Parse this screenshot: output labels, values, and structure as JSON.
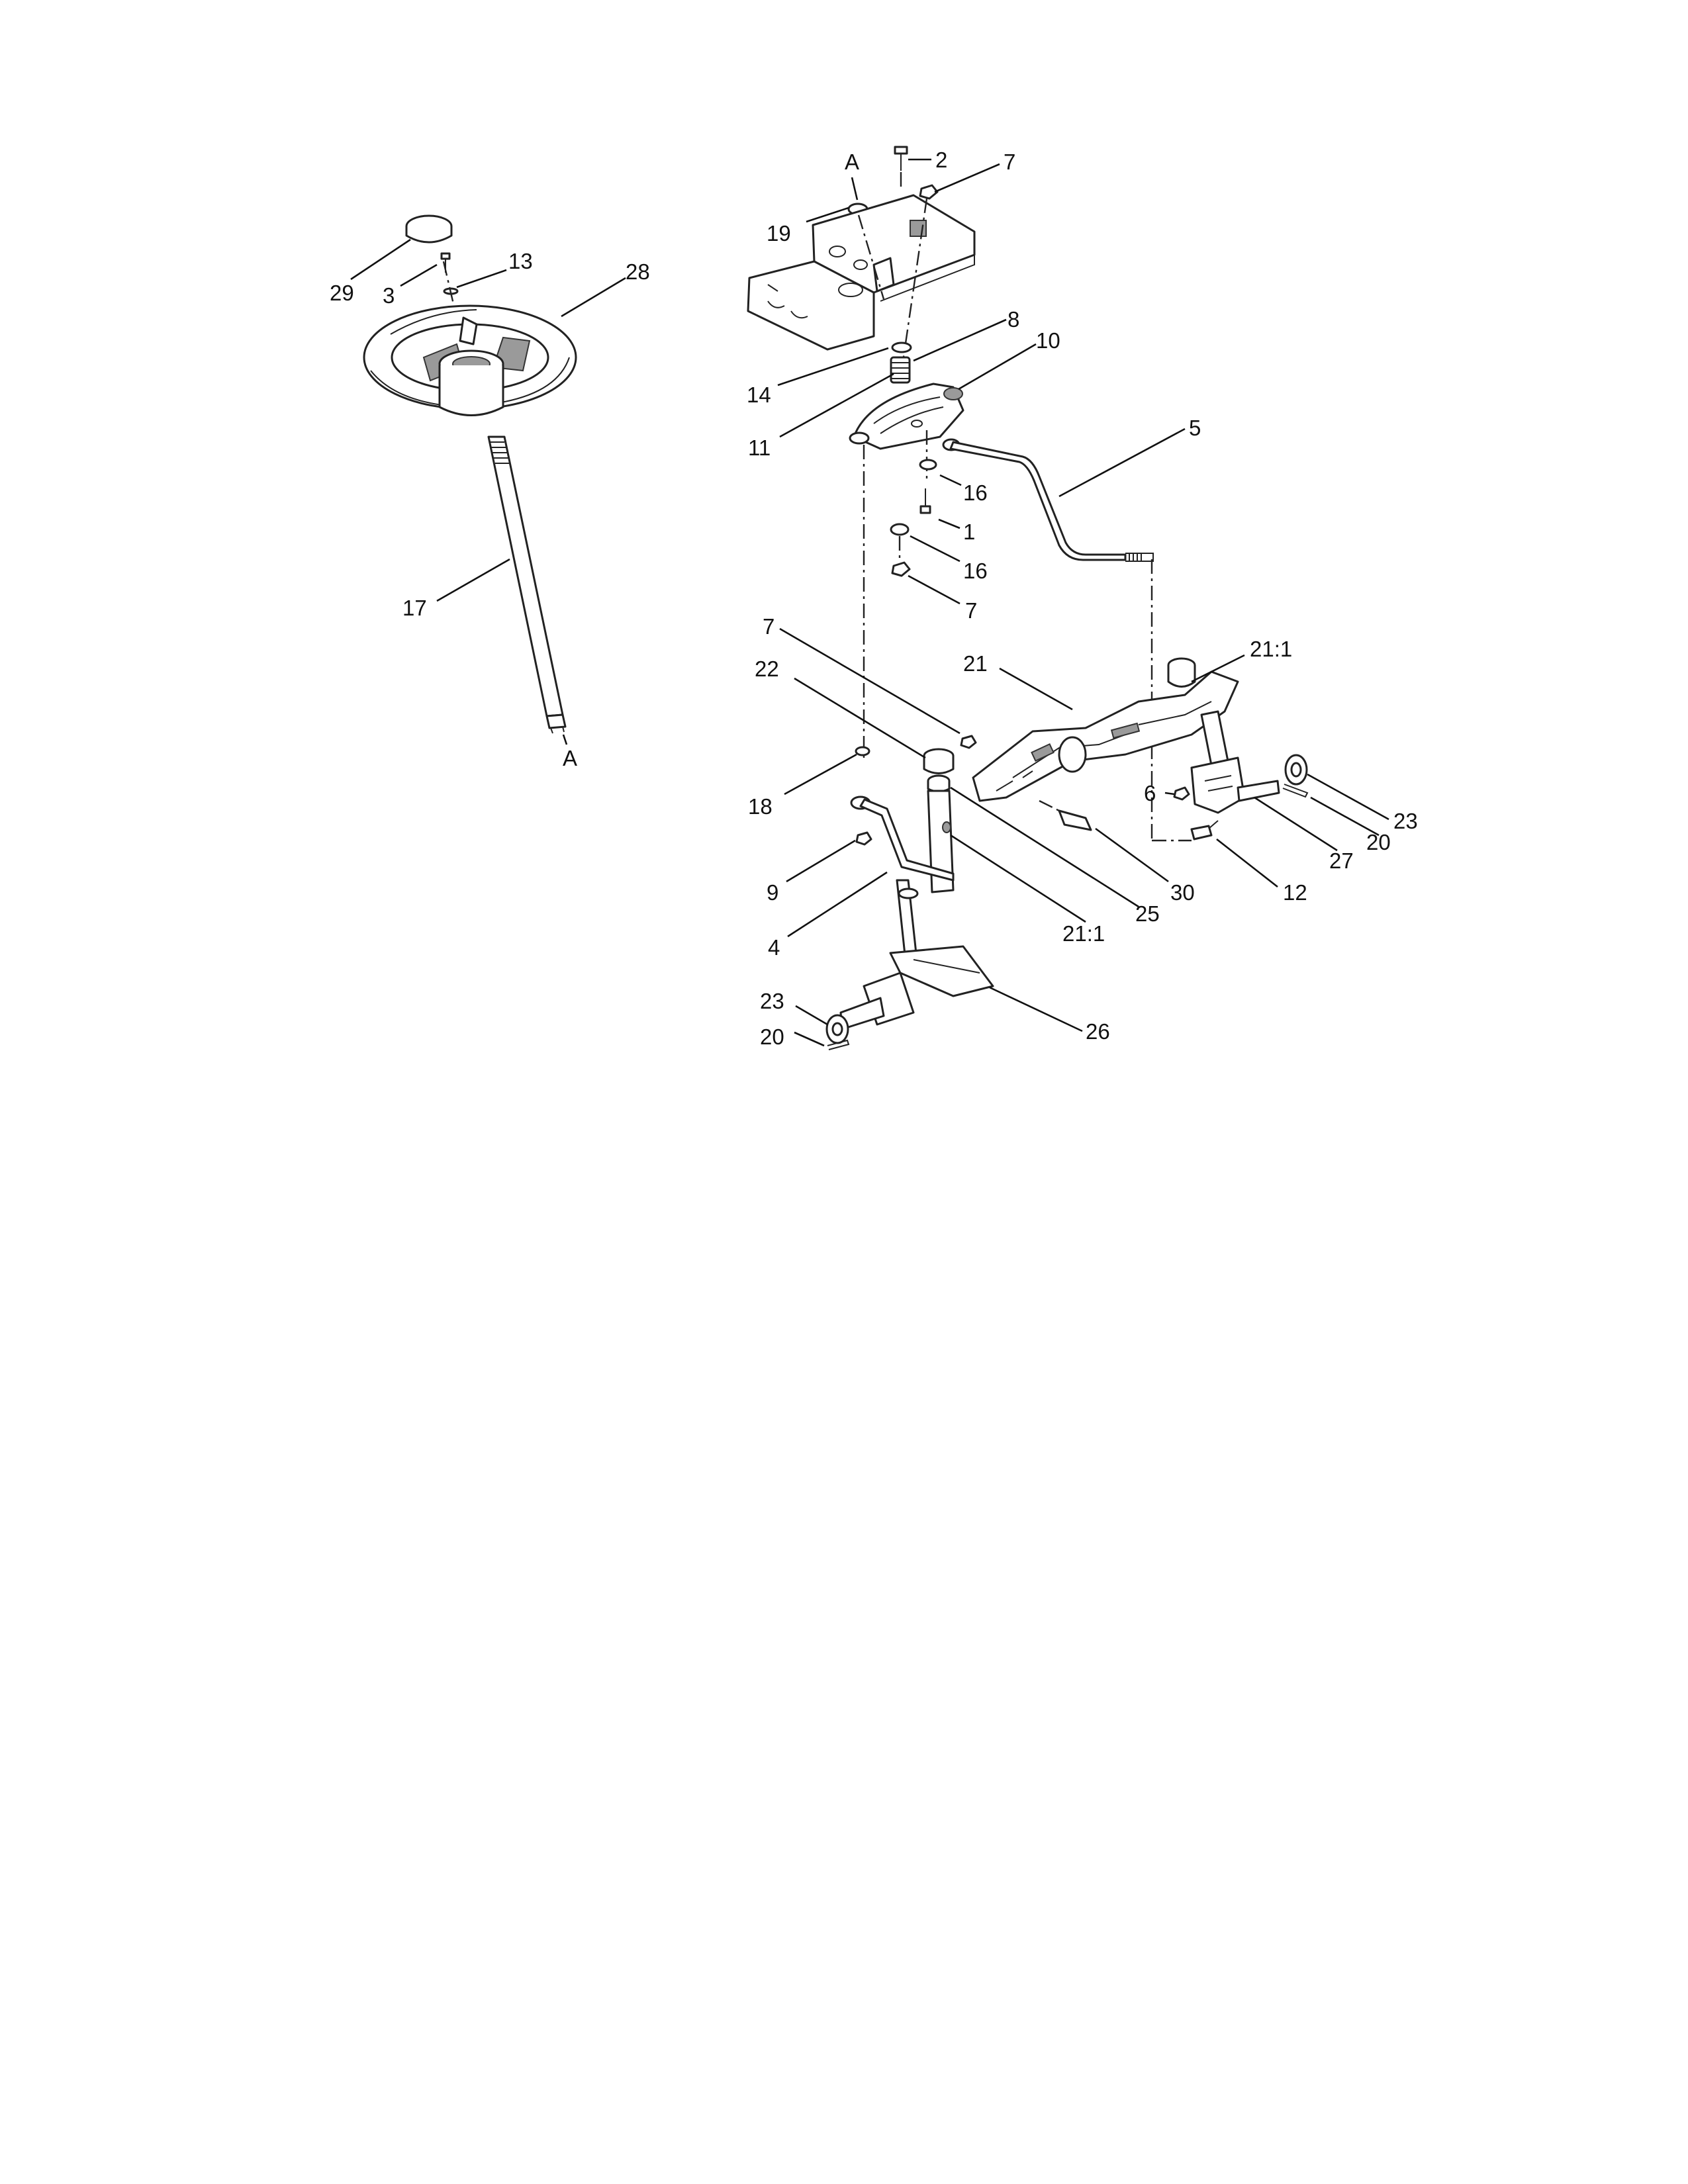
{
  "diagram": {
    "callouts": {
      "c29": "29",
      "c3": "3",
      "c13": "13",
      "c28": "28",
      "c17": "17",
      "cA_shaft": "A",
      "cA_top": "A",
      "c2": "2",
      "c7_top": "7",
      "c19": "19",
      "c8": "8",
      "c10": "10",
      "c14": "14",
      "c11": "11",
      "c5": "5",
      "c16_a": "16",
      "c1": "1",
      "c16_b": "16",
      "c7_mid": "7",
      "c7_axle": "7",
      "c21": "21",
      "c21_1_top": "21:1",
      "c22": "22",
      "c18": "18",
      "c6": "6",
      "c23_right": "23",
      "c20_right": "20",
      "c27": "27",
      "c12": "12",
      "c9": "9",
      "c30": "30",
      "c25": "25",
      "c21_1_bottom": "21:1",
      "c4": "4",
      "c23_left": "23",
      "c26": "26",
      "c20_left": "20"
    }
  }
}
